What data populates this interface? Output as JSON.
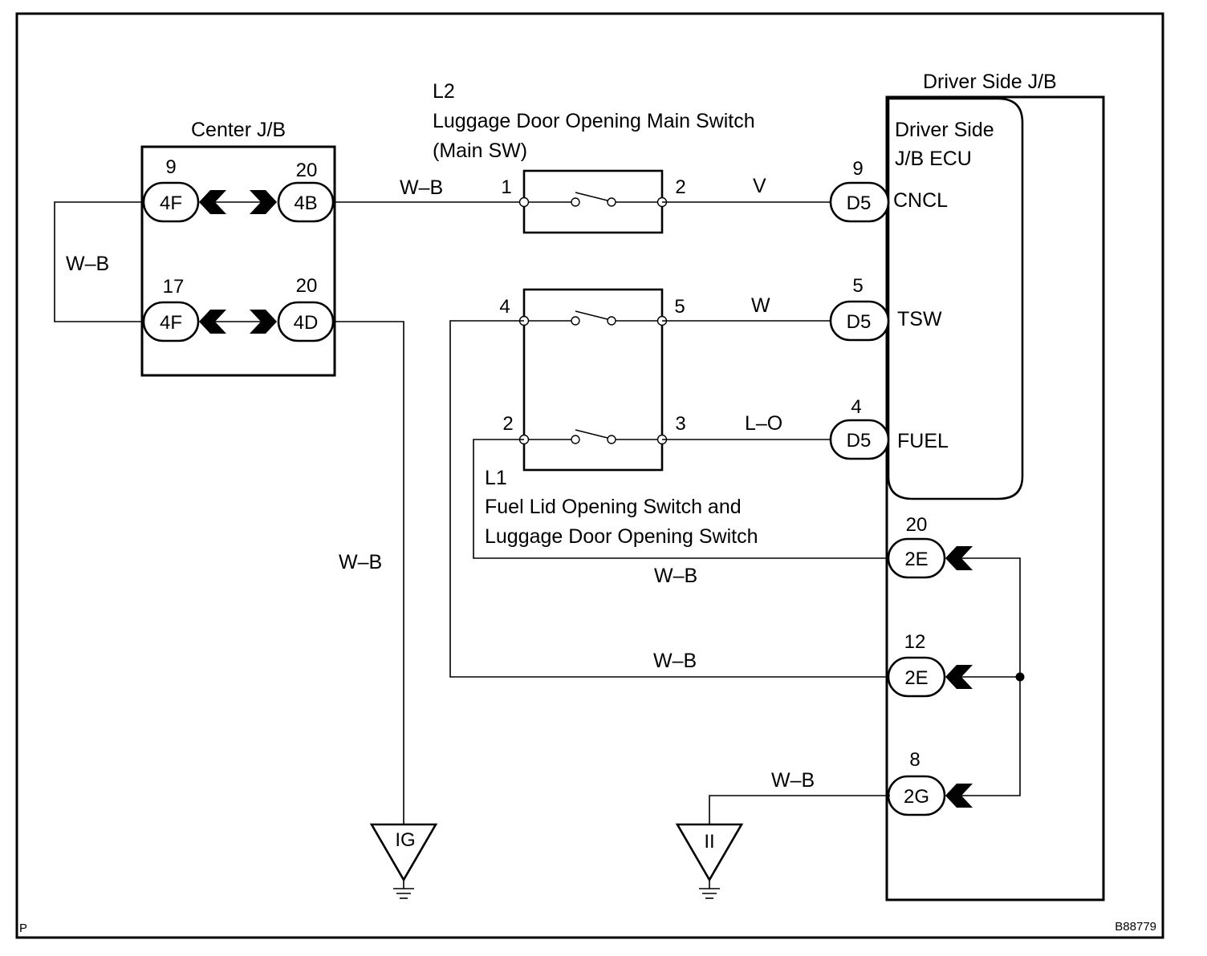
{
  "footer": {
    "left_code": "P",
    "figure_id": "B88779"
  },
  "center_jb": {
    "title": "Center J/B",
    "connectors": [
      {
        "code": "4F",
        "pin": "9"
      },
      {
        "code": "4B",
        "pin": "20"
      },
      {
        "code": "4F",
        "pin": "17"
      },
      {
        "code": "4D",
        "pin": "20"
      }
    ]
  },
  "main_switch": {
    "id": "L2",
    "name": "Luggage Door Opening Main Switch",
    "abbr": "(Main SW)",
    "pins": [
      "1",
      "2"
    ]
  },
  "fuel_switch": {
    "id": "L1",
    "name_line1": "Fuel Lid Opening Switch and",
    "name_line2": "Luggage Door Opening Switch",
    "pins": [
      "4",
      "5",
      "2",
      "3"
    ]
  },
  "driver_jb": {
    "title": "Driver Side J/B",
    "ecu_line1": "Driver Side",
    "ecu_line2": "J/B ECU",
    "ecu_terminals": [
      {
        "code": "D5",
        "pin": "9",
        "signal": "CNCL"
      },
      {
        "code": "D5",
        "pin": "5",
        "signal": "TSW"
      },
      {
        "code": "D5",
        "pin": "4",
        "signal": "FUEL"
      }
    ],
    "ground_connectors": [
      {
        "code": "2E",
        "pin": "20"
      },
      {
        "code": "2E",
        "pin": "12"
      },
      {
        "code": "2G",
        "pin": "8"
      }
    ]
  },
  "wires": {
    "jumper": "W–B",
    "main_in": "W–B",
    "cncl": "V",
    "tsw": "W",
    "fuel": "L–O",
    "ground_ig": "W–B",
    "pin2_to_2e": "W–B",
    "pin4_to_2e": "W–B",
    "ground_ii": "W–B"
  },
  "grounds": {
    "ig": "IG",
    "ii": "II"
  }
}
